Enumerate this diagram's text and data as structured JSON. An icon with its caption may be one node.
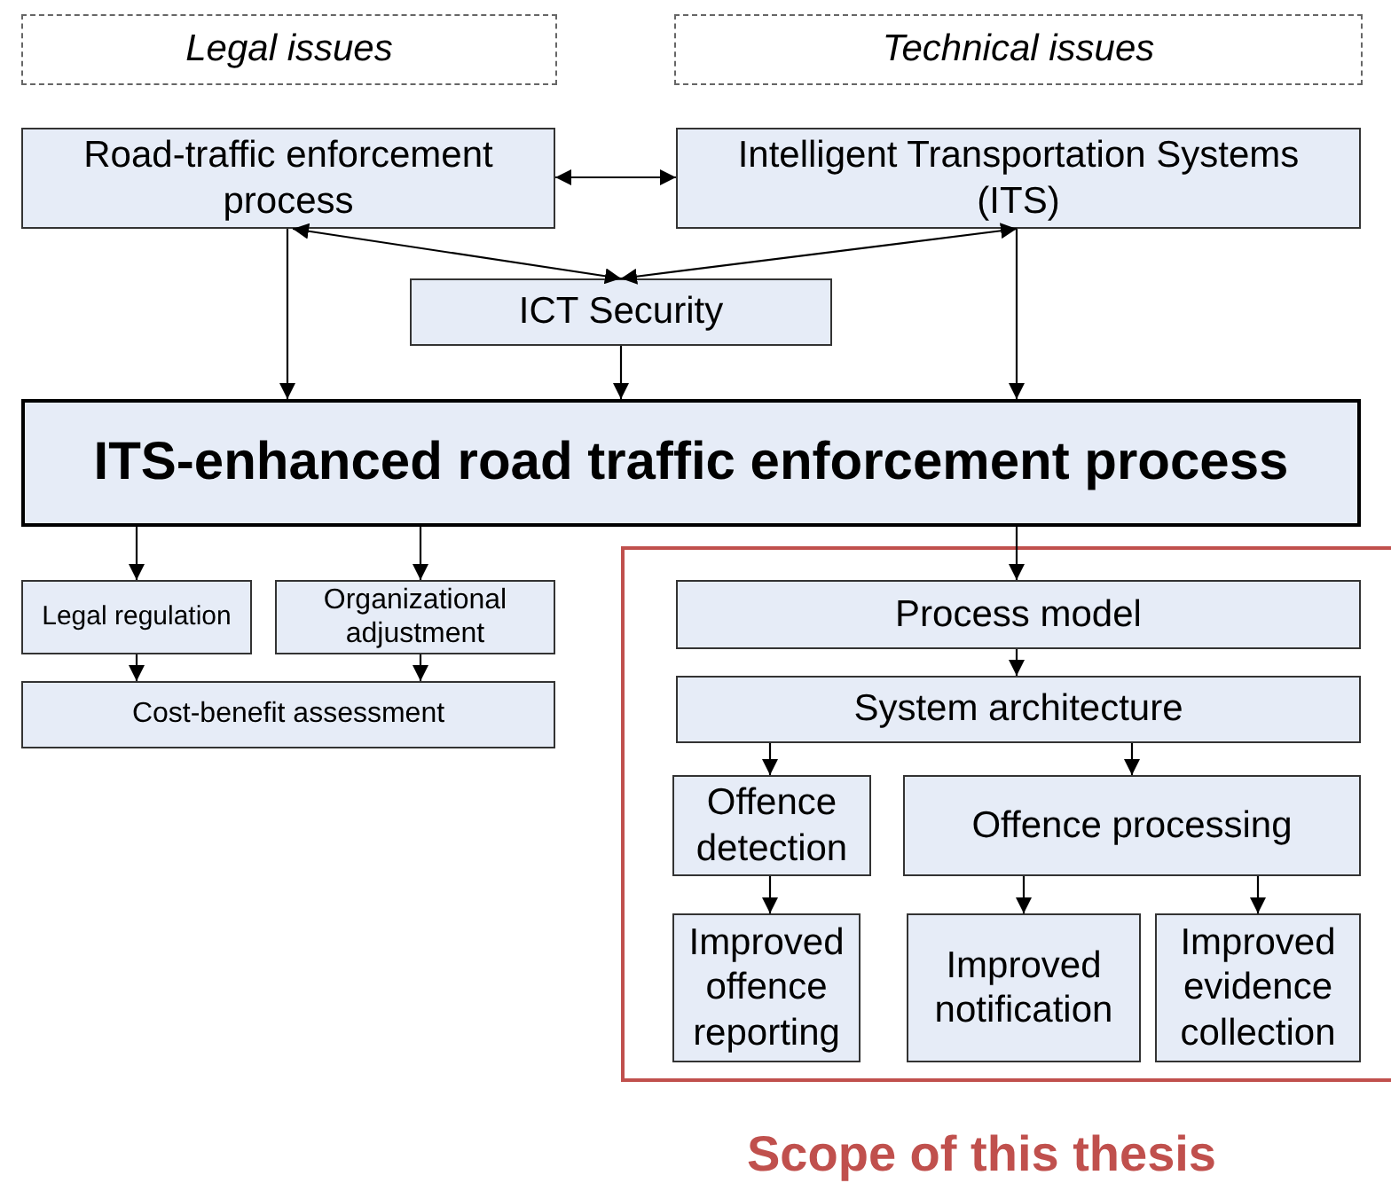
{
  "diagram": {
    "nodes": [
      {
        "text": [
          "Legal issues"
        ]
      },
      {
        "text": [
          "Technical issues"
        ]
      },
      {
        "text": [
          "Road-traffic enforcement process"
        ]
      },
      {
        "text": [
          "Intelligent Transportation Systems (ITS)"
        ]
      },
      {
        "text": [
          "ICT Security"
        ]
      },
      {
        "text": [
          "ITS-enhanced road traffic enforcement process"
        ]
      },
      {
        "text": [
          "Scope of this thesis"
        ]
      },
      {
        "text": [
          "Legal regulation"
        ]
      },
      {
        "text": [
          "Organizational adjustment"
        ]
      },
      {
        "text": [
          "Cost-benefit assessment"
        ]
      },
      {
        "text": [
          "Process model"
        ],
        "in": 6
      },
      {
        "text": [
          "System architecture"
        ],
        "in": 6
      },
      {
        "text": [
          "Offence detection"
        ],
        "in": 6
      },
      {
        "text": [
          "Offence processing"
        ],
        "in": 6
      },
      {
        "text": [
          "Improved offence reporting"
        ],
        "in": 6
      },
      {
        "text": [
          "Improved notification"
        ],
        "in": 6
      },
      {
        "text": [
          "Improved evidence collection"
        ],
        "in": 6
      }
    ],
    "edges": [
      {
        "from": 2,
        "to": 3,
        "arrow": "both"
      },
      {
        "from": 2,
        "to": 4,
        "arrow": "both"
      },
      {
        "from": 3,
        "to": 4,
        "arrow": "both"
      },
      {
        "from": 2,
        "to": 5,
        "arrow": "to"
      },
      {
        "from": 4,
        "to": 5,
        "arrow": "to"
      },
      {
        "from": 3,
        "to": 5,
        "arrow": "to"
      },
      {
        "from": 5,
        "to": 7,
        "arrow": "to"
      },
      {
        "from": 5,
        "to": 8,
        "arrow": "to"
      },
      {
        "from": 5,
        "to": 10,
        "arrow": "to"
      },
      {
        "from": 7,
        "to": 9,
        "arrow": "to"
      },
      {
        "from": 8,
        "to": 9,
        "arrow": "to"
      },
      {
        "from": 10,
        "to": 11,
        "arrow": "to"
      },
      {
        "from": 11,
        "to": 12,
        "arrow": "to"
      },
      {
        "from": 11,
        "to": 13,
        "arrow": "to"
      },
      {
        "from": 12,
        "to": 14,
        "arrow": "to"
      },
      {
        "from": 13,
        "to": 15,
        "arrow": "to"
      },
      {
        "from": 13,
        "to": 16,
        "arrow": "to"
      }
    ]
  }
}
